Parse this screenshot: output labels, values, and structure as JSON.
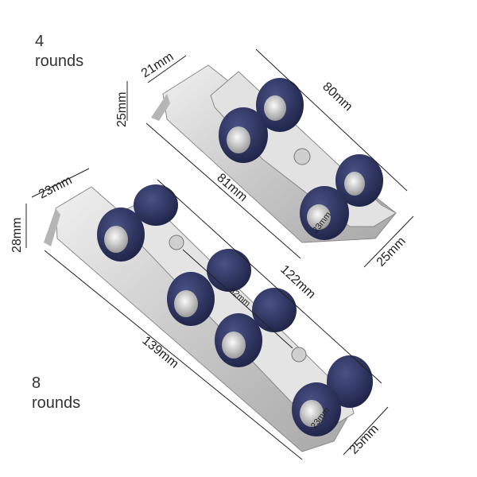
{
  "labels": {
    "top_count": "4",
    "top_unit": "rounds",
    "bottom_count": "8",
    "bottom_unit": "rounds"
  },
  "dimensions": {
    "top": {
      "width": "21mm",
      "height": "25mm",
      "length": "80mm",
      "rail_length": "81mm",
      "wheel": "23mm",
      "depth": "25mm"
    },
    "bottom": {
      "width": "23mm",
      "height": "28mm",
      "length": "122mm",
      "rail_length": "139mm",
      "spacing": "62mm",
      "wheel": "23mm",
      "depth": "25mm"
    }
  },
  "colors": {
    "wheel": "#2a2f5a",
    "bearing": "#c8c8c8",
    "metal": "#d6d6d6",
    "metal_dark": "#9a9a9a"
  }
}
